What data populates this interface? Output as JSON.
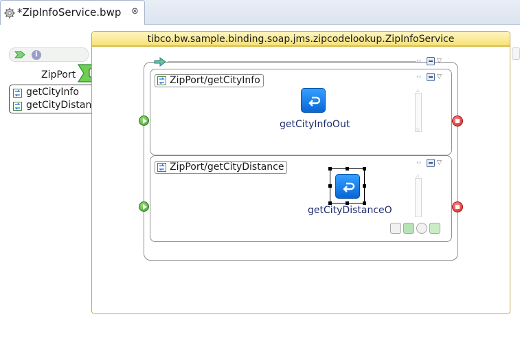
{
  "editor": {
    "tab_title": "*ZipInfoService.bwp",
    "tab_icon": "gear-icon",
    "close_glyph": "⊗"
  },
  "palette": {
    "icons": [
      "green-arrow-icon",
      "info-icon"
    ],
    "info_glyph": "i"
  },
  "zipport": {
    "label": "ZipPort",
    "dropdown_glyph": "▽",
    "operations": [
      {
        "label": "getCityInfo",
        "icon": "operation-icon",
        "status_color": "#8fd18f"
      },
      {
        "label": "getCityDistance",
        "icon": "operation-icon",
        "status_color": "#8fd18f"
      }
    ]
  },
  "service": {
    "title": "tibco.bw.sample.binding.soap.jms.zipcodelookup.ZipInfoService",
    "header_color": "#f6e27a",
    "border_color": "#c5a73c"
  },
  "process": {
    "controls": {
      "collapse_glyph": "‹›",
      "dropdown_glyph": "▽"
    },
    "scopes": [
      {
        "label": "ZipPort/getCityInfo",
        "activity": {
          "label": "getCityInfoOut",
          "icon": "reply-icon",
          "selected": false
        }
      },
      {
        "label": "ZipPort/getCityDistance",
        "activity": {
          "label": "getCityDistanceO",
          "icon": "reply-icon",
          "selected": true
        }
      }
    ]
  },
  "colors": {
    "activity_blue": "#1a80f0",
    "start_green": "#3c9c2c",
    "stop_red": "#d42020"
  }
}
